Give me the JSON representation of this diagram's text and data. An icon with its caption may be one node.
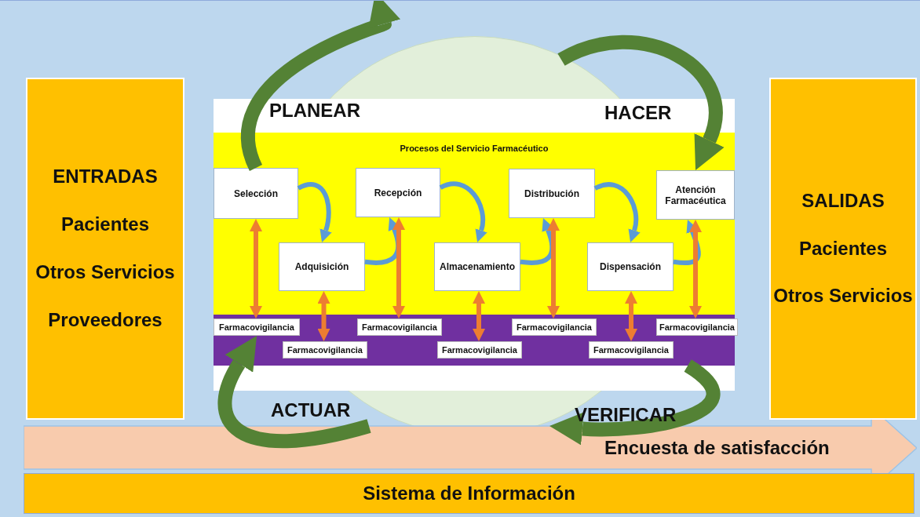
{
  "diagram": {
    "nodes": [
      {
        "text": [
          "ENTRADAS",
          "Pacientes",
          "Otros Servicios",
          "Proveedores"
        ]
      },
      {
        "text": [
          "Procesos del Servicio Farmacéutico"
        ]
      },
      {
        "text": [
          "Selección"
        ],
        "in": 1
      },
      {
        "text": [
          "Recepción"
        ],
        "in": 1
      },
      {
        "text": [
          "Distribución"
        ],
        "in": 1
      },
      {
        "text": [
          "Atención Farmacéutica"
        ],
        "in": 1
      },
      {
        "text": [
          "Adquisición"
        ],
        "in": 1
      },
      {
        "text": [
          "Almacenamiento"
        ],
        "in": 1
      },
      {
        "text": [
          "Dispensación"
        ],
        "in": 1
      },
      {
        "text": [],
        "shape": "bar"
      },
      {
        "text": [
          "Farmacovigilancia"
        ],
        "in": 9
      },
      {
        "text": [
          "Farmacovigilancia"
        ],
        "in": 9
      },
      {
        "text": [
          "Farmacovigilancia"
        ],
        "in": 9
      },
      {
        "text": [
          "Farmacovigilancia"
        ],
        "in": 9
      },
      {
        "text": [
          "Farmacovigilancia"
        ],
        "in": 9
      },
      {
        "text": [
          "Farmacovigilancia"
        ],
        "in": 9
      },
      {
        "text": [
          "Farmacovigilancia"
        ],
        "in": 9
      },
      {
        "text": [
          "SALIDAS",
          "Pacientes",
          "Otros Servicios"
        ]
      },
      {
        "text": [
          "Encuesta de satisfacción"
        ]
      },
      {
        "text": [
          "Sistema de Información"
        ]
      }
    ],
    "edges": [
      {
        "from": 2,
        "to": 6,
        "arrow": "to",
        "color": "#5b9bd5"
      },
      {
        "from": 6,
        "to": 3,
        "arrow": "to",
        "color": "#5b9bd5"
      },
      {
        "from": 3,
        "to": 7,
        "arrow": "to",
        "color": "#5b9bd5"
      },
      {
        "from": 7,
        "to": 4,
        "arrow": "to",
        "color": "#5b9bd5"
      },
      {
        "from": 4,
        "to": 8,
        "arrow": "to",
        "color": "#5b9bd5"
      },
      {
        "from": 8,
        "to": 5,
        "arrow": "to",
        "color": "#5b9bd5"
      },
      {
        "from": 2,
        "to": 10,
        "arrow": "both"
      },
      {
        "from": 6,
        "to": 14,
        "arrow": "both"
      },
      {
        "from": 3,
        "to": 11,
        "arrow": "both"
      },
      {
        "from": 7,
        "to": 15,
        "arrow": "both"
      },
      {
        "from": 4,
        "to": 12,
        "arrow": "both"
      },
      {
        "from": 8,
        "to": 16,
        "arrow": "both"
      },
      {
        "from": 5,
        "to": 13,
        "arrow": "both"
      },
      {
        "from": 2,
        "to": null,
        "arrow": "to",
        "style": "thick",
        "color": "#548235"
      },
      {
        "from": null,
        "to": 5,
        "arrow": "to",
        "style": "thick",
        "color": "#548235"
      },
      {
        "from": 9,
        "to": 18,
        "arrow": "to",
        "style": "thick",
        "color": "#548235"
      },
      {
        "from": 18,
        "to": 10,
        "arrow": "to",
        "style": "thick",
        "color": "#548235"
      }
    ],
    "labels": [
      "PLANEAR",
      "HACER",
      "ACTUAR",
      "VERIFICAR"
    ]
  }
}
